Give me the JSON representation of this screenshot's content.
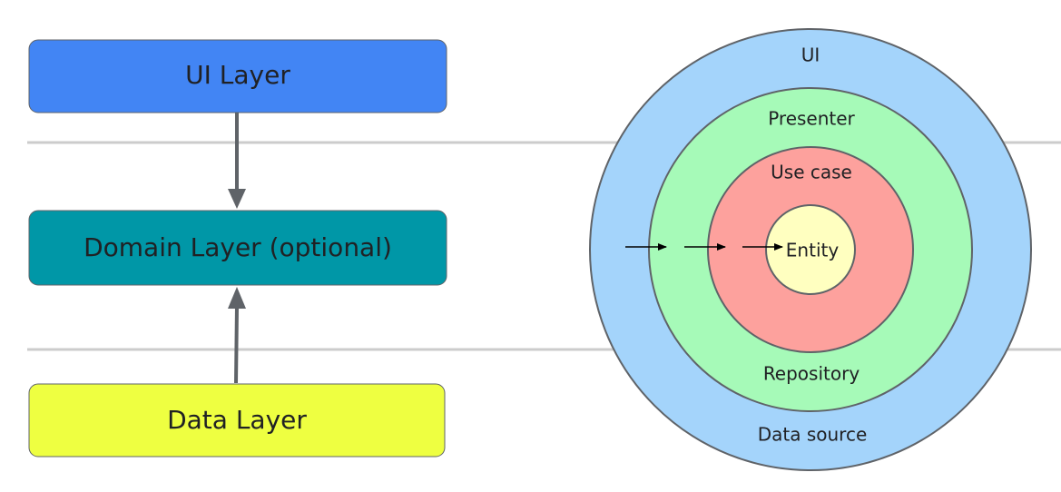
{
  "layers": {
    "ui": {
      "label": "UI Layer",
      "color": "#4285f4"
    },
    "domain": {
      "label": "Domain Layer (optional)",
      "color": "#0097a7"
    },
    "data": {
      "label": "Data Layer",
      "color": "#eeff41"
    }
  },
  "rings": {
    "ui": {
      "label": "UI",
      "color": "#a4d4fb"
    },
    "data_source": {
      "label": "Data source"
    },
    "presenter": {
      "label": "Presenter",
      "color": "#a6fab8"
    },
    "repository": {
      "label": "Repository"
    },
    "use_case": {
      "label": "Use case",
      "color": "#fda19d"
    },
    "entity": {
      "label": "Entity",
      "color": "#ffffc0"
    }
  },
  "colors": {
    "divider": "#cccccc",
    "outline": "#5f6368",
    "arrow": "#5f6368"
  }
}
